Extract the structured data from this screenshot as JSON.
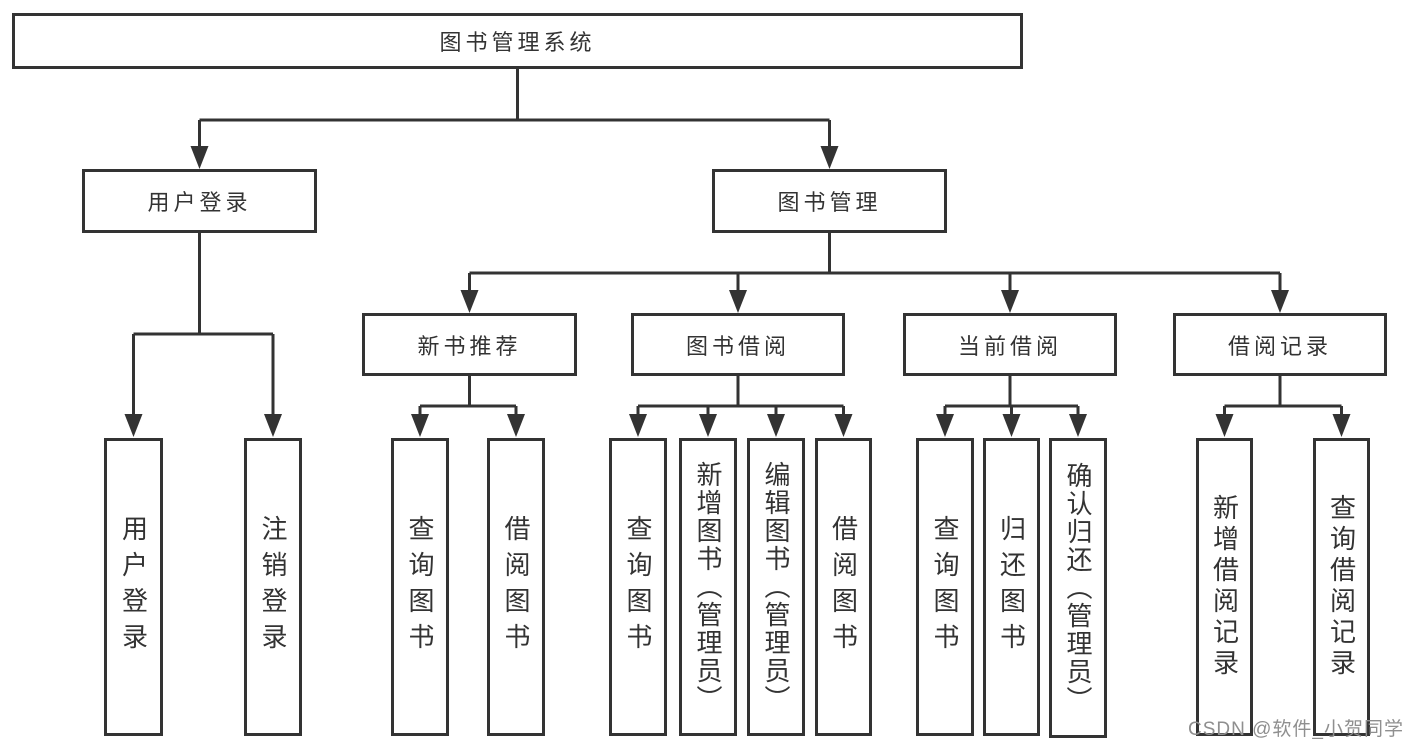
{
  "diagram": {
    "tree": {
      "label": "图书管理系统",
      "children": [
        {
          "label": "用户登录",
          "children": [
            {
              "label": "用户登录"
            },
            {
              "label": "注销登录"
            }
          ]
        },
        {
          "label": "图书管理",
          "children": [
            {
              "label": "新书推荐",
              "children": [
                {
                  "label": "查询图书"
                },
                {
                  "label": "借阅图书"
                }
              ]
            },
            {
              "label": "图书借阅",
              "children": [
                {
                  "label": "查询图书"
                },
                {
                  "label": "新增图书（管理员）"
                },
                {
                  "label": "编辑图书（管理员）"
                },
                {
                  "label": "借阅图书"
                }
              ]
            },
            {
              "label": "当前借阅",
              "children": [
                {
                  "label": "查询图书"
                },
                {
                  "label": "归还图书"
                },
                {
                  "label": "确认归还（管理员）"
                }
              ]
            },
            {
              "label": "借阅记录",
              "children": [
                {
                  "label": "新增借阅记录"
                },
                {
                  "label": "查询借阅记录"
                }
              ]
            }
          ]
        }
      ]
    },
    "watermark": "CSDN @软件_小贺同学",
    "colors": {
      "line": "#333333",
      "text": "#333333",
      "box_fill": "#ffffff",
      "watermark": "#8f8f8f"
    }
  }
}
